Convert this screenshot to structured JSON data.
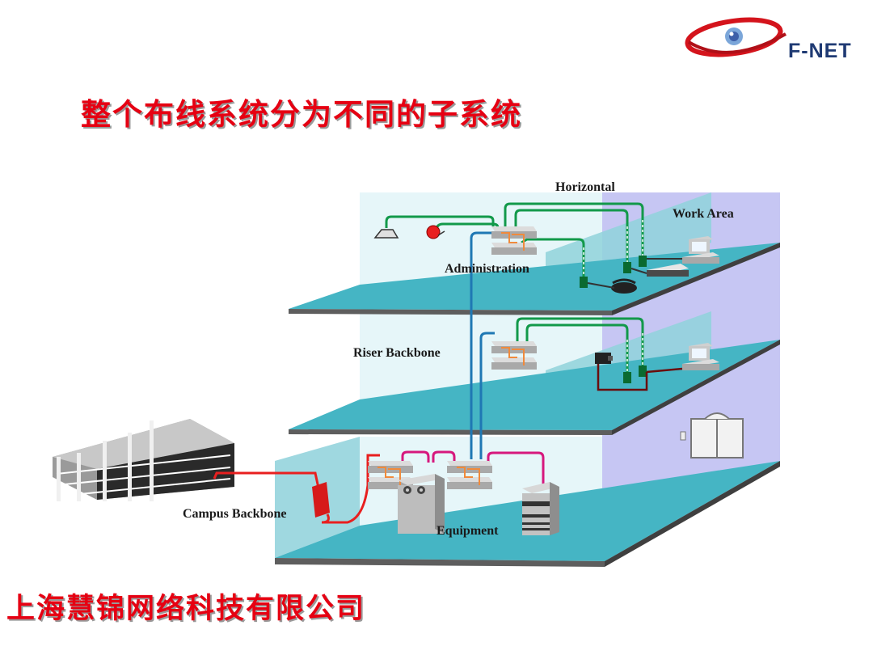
{
  "slide": {
    "title": "整个布线系统分为不同的子系统",
    "company": "上海慧锦网络科技有限公司"
  },
  "logo": {
    "text": "F-NET"
  },
  "diagram": {
    "labels": {
      "horizontal": "Horizontal",
      "work_area": "Work Area",
      "administration": "Administration",
      "riser_backbone": "Riser Backbone",
      "campus_backbone": "Campus Backbone",
      "equipment": "Equipment"
    }
  },
  "colors": {
    "title_red": "#e60012",
    "floor_teal": "#45b5c4",
    "wall_light": "#e6f6f9",
    "back_lavender": "#c6c6f3",
    "cable_green": "#12994a",
    "cable_blue": "#1f78b4",
    "cable_red": "#e81f1f",
    "cable_magenta": "#d6187d",
    "cable_orange": "#f08a3c",
    "logo_navy": "#1f3a73"
  }
}
